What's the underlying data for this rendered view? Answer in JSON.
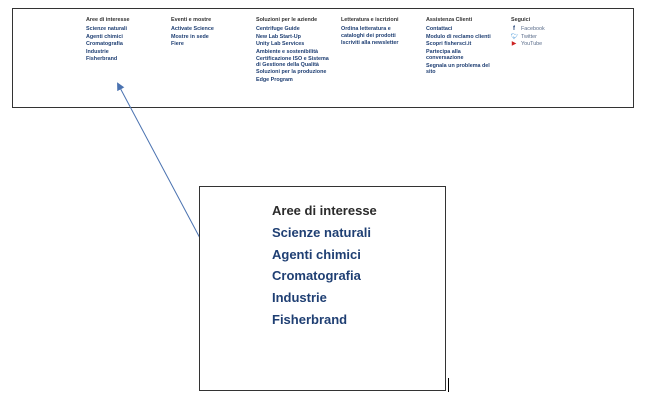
{
  "footer": {
    "columns": [
      {
        "heading": "Aree di interesse",
        "links": [
          "Scienze naturali",
          "Agenti chimici",
          "Cromatografia",
          "Industrie",
          "Fisherbrand"
        ]
      },
      {
        "heading": "Eventi e mostre",
        "links": [
          "Activate Science",
          "Mostre in sede",
          "Fiere"
        ]
      },
      {
        "heading": "Soluzioni per le aziende",
        "links": [
          "Centrifuge Guide",
          "New Lab Start-Up",
          "Unity Lab Services",
          "Ambiente e sostenibilità",
          "Certificazione ISO e Sistema di Gestione della Qualità",
          "Soluzioni per la produzione",
          "Edge Program"
        ]
      },
      {
        "heading": "Letteratura e iscrizioni",
        "links": [
          "Ordina letteratura e cataloghi dei prodotti",
          "Iscriviti alla newsletter"
        ]
      },
      {
        "heading": "Assistenza Clienti",
        "links": [
          "Contattaci",
          "Modulo di reclamo clienti",
          "Scopri fishersci.it",
          "Partecipa alla conversazione",
          "Segnala un problema del sito"
        ]
      }
    ],
    "social": {
      "heading": "Seguici",
      "items": [
        {
          "label": "Facebook",
          "icon": "facebook-icon"
        },
        {
          "label": "Twitter",
          "icon": "twitter-icon"
        },
        {
          "label": "YouTube",
          "icon": "youtube-icon"
        }
      ]
    }
  },
  "zoom": {
    "heading": "Aree di interesse",
    "links": [
      "Scienze naturali",
      "Agenti chimici",
      "Cromatografia",
      "Industrie",
      "Fisherbrand"
    ]
  },
  "colors": {
    "link": "#1f3f73",
    "heading": "#333333",
    "arrow": "#4a72b0"
  }
}
